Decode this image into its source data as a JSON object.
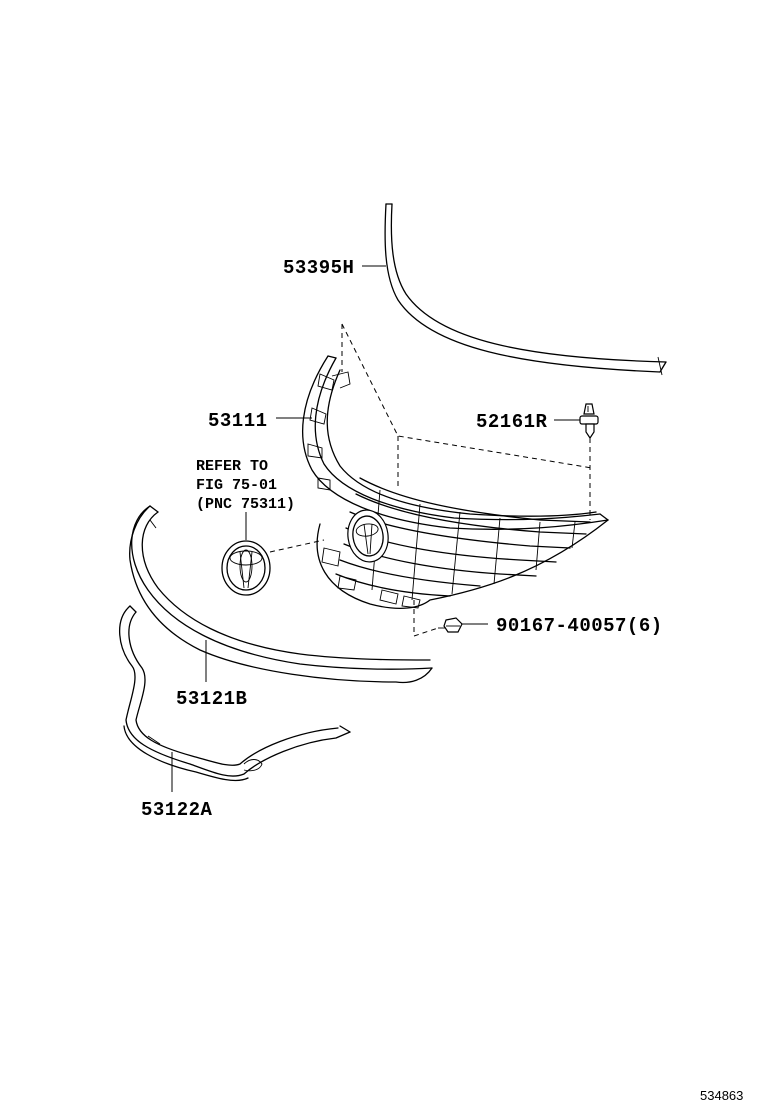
{
  "parts": {
    "molding_upper": "53395H",
    "grille": "53111",
    "clip": "52161R",
    "screw": "90167-40057(6)",
    "molding_mid": "53121B",
    "molding_lower": "53122A"
  },
  "reference": {
    "line1": "REFER TO",
    "line2": "FIG 75-01",
    "line3": "(PNC 75311)"
  },
  "figure_id": "534863"
}
